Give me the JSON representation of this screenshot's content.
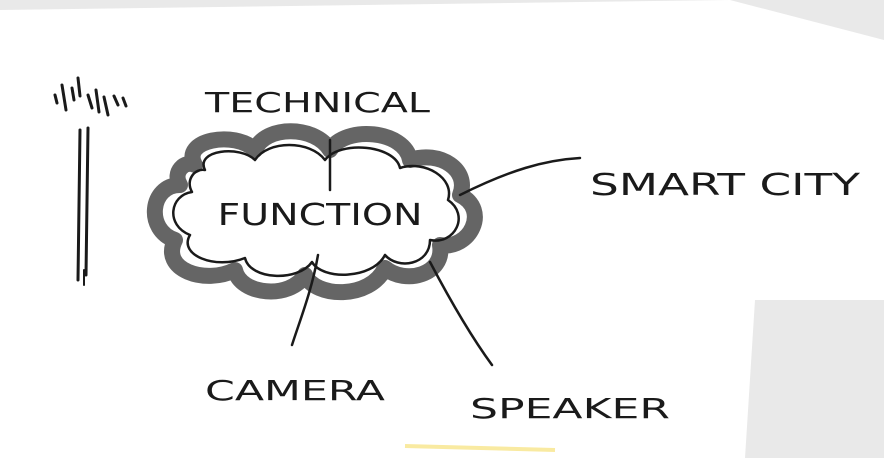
{
  "sketch": {
    "center_label": "FUNCTION",
    "top_label": "TECHNICAL",
    "right_label": "SMART CITY",
    "bottom_left_label": "CAMERA",
    "bottom_right_label": "SPEAKER"
  },
  "colors": {
    "paper": "#ffffff",
    "background": "#e9e9e9",
    "ink": "#1a1a1a",
    "cloud_shadow": "#4a4a4a",
    "highlight": "#f7e27a"
  },
  "icons": [
    "street-lamp-icon"
  ]
}
